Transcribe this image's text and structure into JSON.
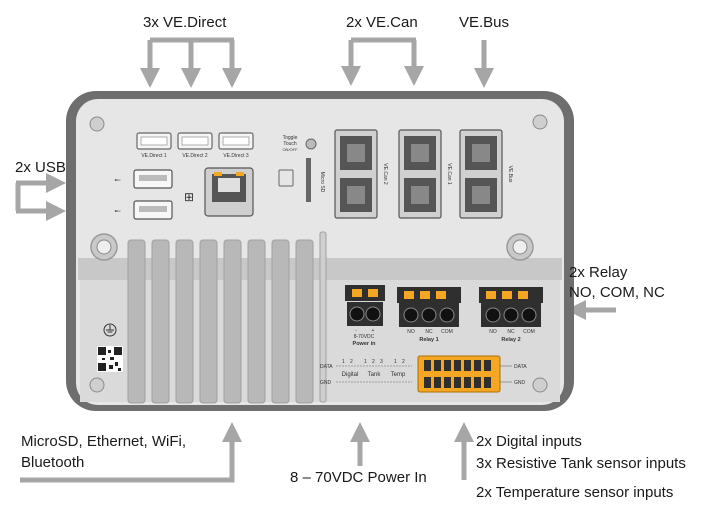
{
  "callouts": {
    "vedirect": "3x VE.Direct",
    "vecan": "2x VE.Can",
    "vebus": "VE.Bus",
    "usb": "2x USB",
    "relay_line1": "2x Relay",
    "relay_line2": "NO, COM, NC",
    "connectivity_line1": "MicroSD, Ethernet, WiFi,",
    "connectivity_line2": "Bluetooth",
    "power": "8 – 70VDC Power In",
    "inputs_line1": "2x Digital inputs",
    "inputs_line2": "3x Resistive Tank sensor inputs",
    "inputs_line3": "2x Temperature sensor inputs"
  },
  "device_labels": {
    "vedirect1": "VE.Direct 1",
    "vedirect2": "VE.Direct 2",
    "vedirect3": "VE.Direct 3",
    "toggle_line1": "Toggle",
    "toggle_line2": "Touch",
    "toggle_line3": "ON/OFF",
    "microsd": "Micro SD",
    "vecan2": "VE.Can 2",
    "vecan1": "VE.Can 1",
    "vebus": "VE.Bus",
    "power_minus": "-",
    "power_plus": "+",
    "power_range": "8-70VDC",
    "power_in": "Power in",
    "relay1": "Relay 1",
    "relay2": "Relay 2",
    "relay_no": "NO",
    "relay_nc": "NC",
    "relay_com": "COM",
    "data_left": "DATA",
    "gnd_left": "GND",
    "data_right": "DATA",
    "gnd_right": "GND",
    "digital": "Digital",
    "tank": "Tank",
    "temp": "Temp",
    "pin_1a": "1",
    "pin_2a": "2",
    "pin_1b": "1",
    "pin_2b": "2",
    "pin_3b": "3",
    "pin_1c": "1",
    "pin_2c": "2"
  },
  "colors": {
    "arrow": "#a6a6a6",
    "housing_outer": "#6e6e6e",
    "housing_inner": "#e6e6e6",
    "terminal_orange": "#f5a623",
    "terminal_dark": "#2f2f2f"
  }
}
